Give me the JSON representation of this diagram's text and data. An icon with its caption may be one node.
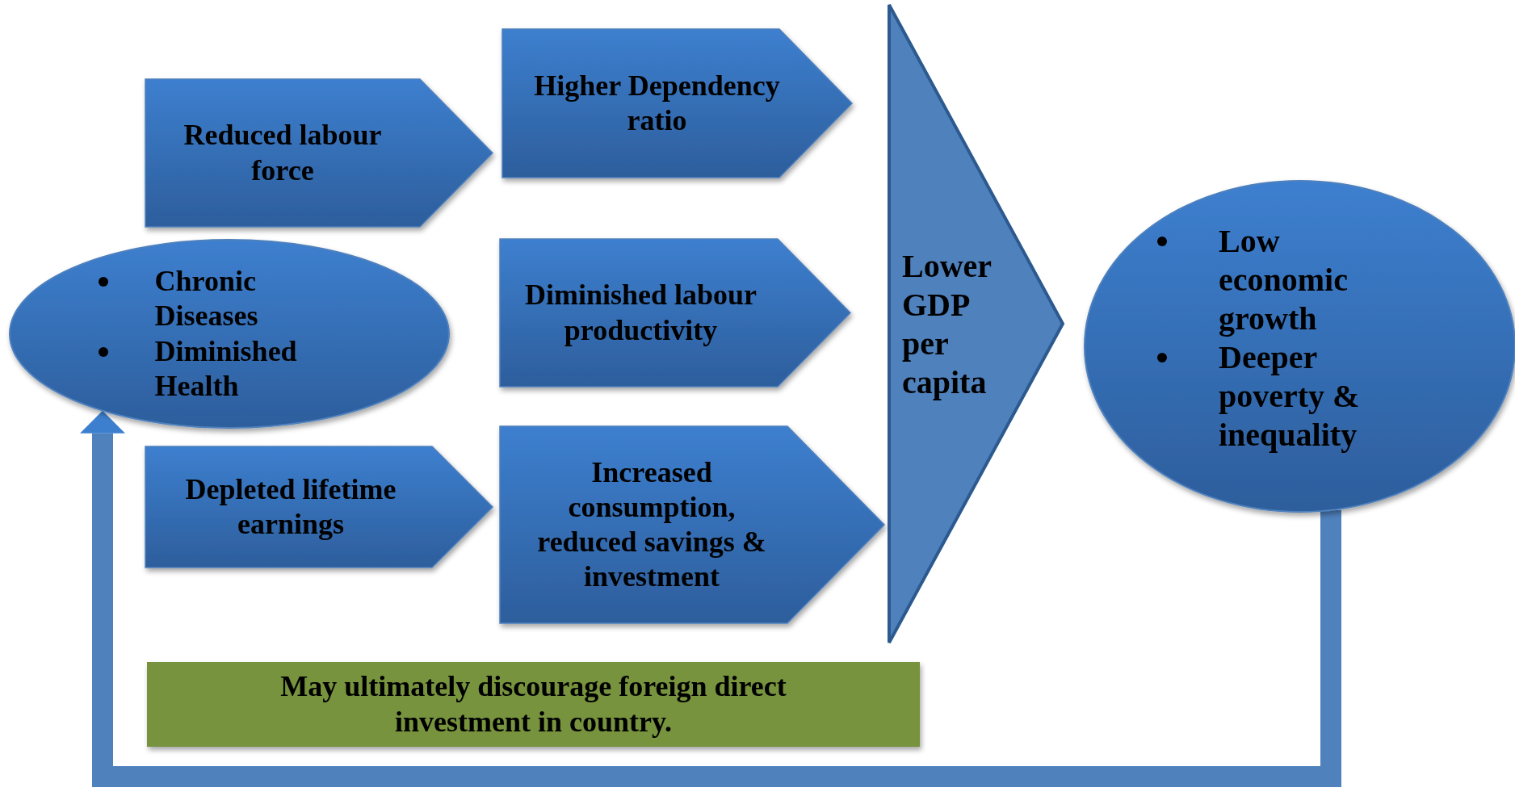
{
  "diagram": {
    "nodes": [
      {
        "text": [
          "Reduced labour force"
        ]
      },
      {
        "text": [
          "Higher Dependency ratio"
        ]
      },
      {
        "text": [
          "Chronic Diseases",
          "Diminished Health"
        ]
      },
      {
        "text": [
          "Diminished labour productivity"
        ]
      },
      {
        "text": [
          "Depleted lifetime earnings"
        ]
      },
      {
        "text": [
          "Increased consumption, reduced savings & investment"
        ]
      },
      {
        "text": [
          "Lower GDP per capita"
        ]
      },
      {
        "text": [
          "Low economic growth",
          "Deeper poverty & inequality"
        ]
      },
      {
        "text": [
          "May ultimately discourage foreign direct investment in country."
        ]
      }
    ],
    "edges": [
      {
        "from": 7,
        "to": 2,
        "arrow": "to"
      }
    ]
  }
}
